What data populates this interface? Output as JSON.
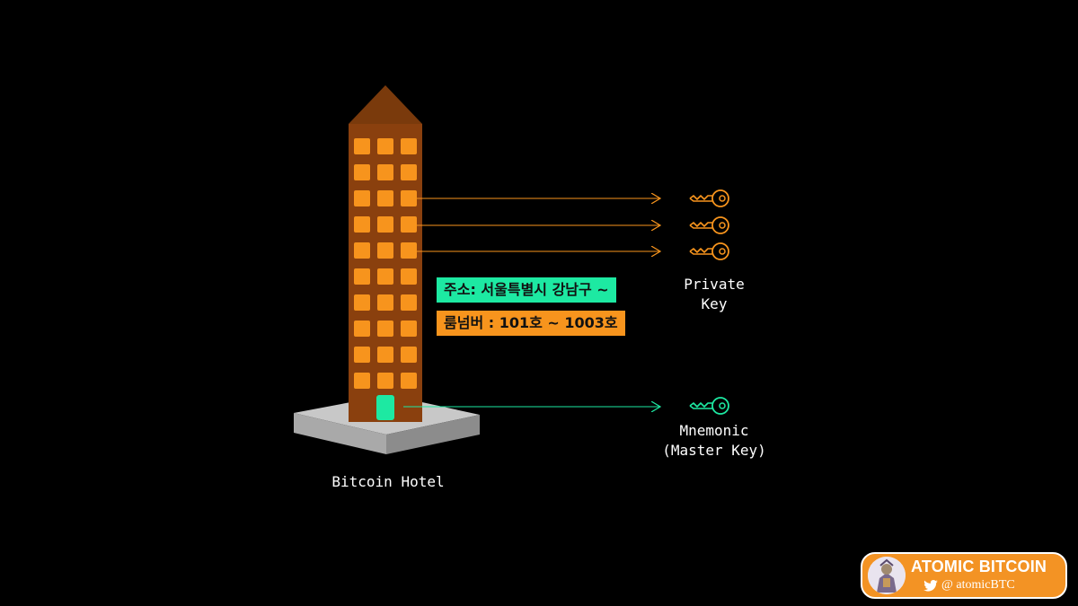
{
  "building": {
    "caption": "Bitcoin Hotel",
    "roof_color": "#7a3a0c",
    "body_color": "#8a400e",
    "window_color": "#f7941d",
    "door_color": "#1de9a2",
    "base_top_color": "#c8c8c8",
    "base_side_color": "#9c9c9c",
    "window_rows": 10,
    "window_cols": 3
  },
  "tags": {
    "address": {
      "text": "주소: 서울특별시 강남구 ~",
      "color": "#1de9a2"
    },
    "room": {
      "text": "룸넘버 : 101호 ~ 1003호",
      "color": "#f7941d"
    }
  },
  "keys": {
    "private": {
      "label_line1": "Private",
      "label_line2": "Key",
      "count": 3,
      "color": "#f7941d",
      "icon": "key-icon"
    },
    "mnemonic": {
      "label_line1": "Mnemonic",
      "label_line2": "(Master Key)",
      "color": "#1de9a2",
      "icon": "key-icon"
    }
  },
  "badge": {
    "title": "ATOMIC BITCOIN",
    "handle": "@ atomicBTC",
    "color": "#f39324",
    "icon": "twitter-bird-icon"
  }
}
